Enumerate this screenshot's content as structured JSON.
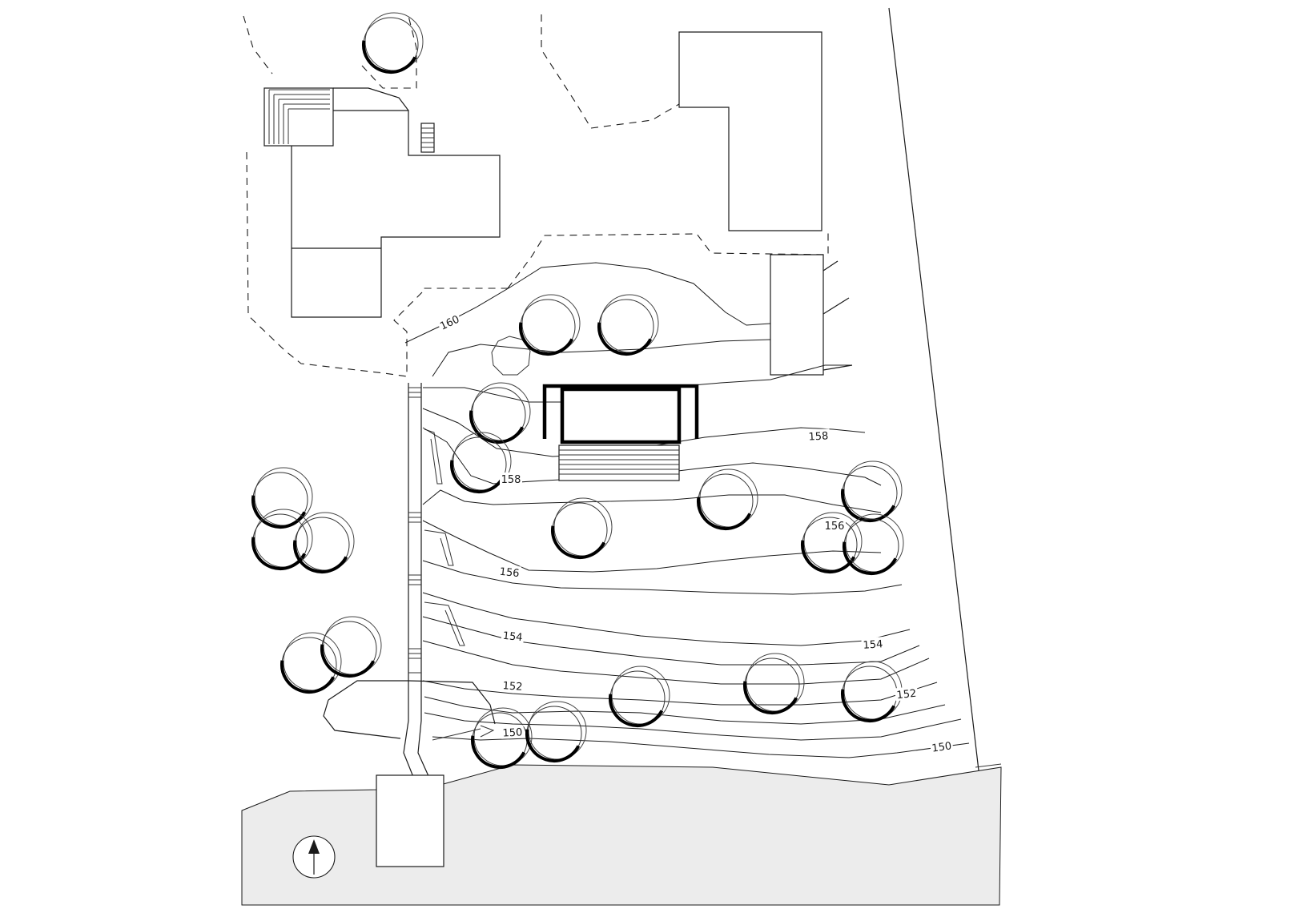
{
  "contour_labels": [
    "160",
    "158",
    "158",
    "156",
    "156",
    "154",
    "154",
    "152",
    "152",
    "150",
    "150"
  ],
  "north_arrow": {
    "icon": "north-arrow-icon"
  },
  "colors": {
    "ink": "#1a1a1a",
    "water": "#ececec",
    "paper": "#ffffff"
  }
}
